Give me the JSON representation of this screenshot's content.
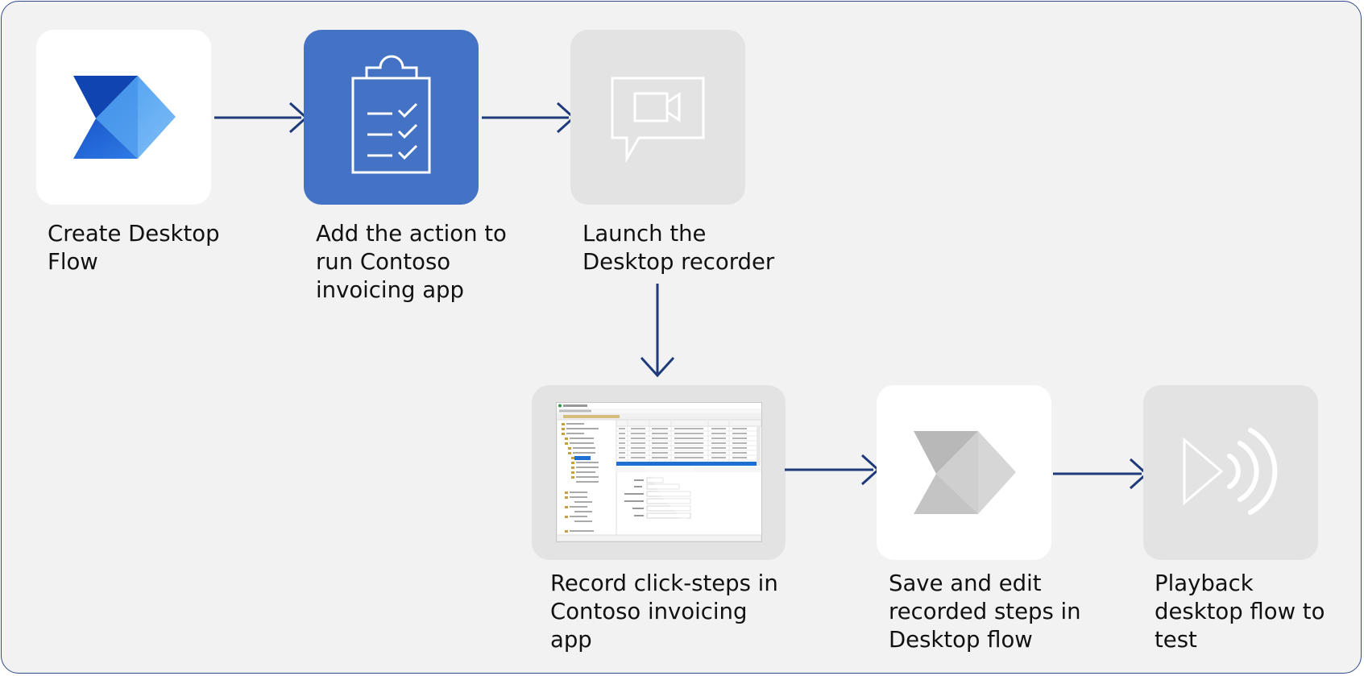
{
  "steps": [
    {
      "id": "create",
      "label": "Create Desktop Flow",
      "icon": "power-automate-logo-icon"
    },
    {
      "id": "add-action",
      "label": "Add the action to run Contoso invoicing app",
      "icon": "clipboard-checklist-icon"
    },
    {
      "id": "launch-recorder",
      "label": "Launch the Desktop recorder",
      "icon": "video-chat-bubble-icon"
    },
    {
      "id": "record",
      "label": "Record click-steps in Contoso invoicing app",
      "icon": "contoso-app-screenshot"
    },
    {
      "id": "save-edit",
      "label": "Save and edit recorded steps in Desktop flow",
      "icon": "power-automate-gray-logo-icon"
    },
    {
      "id": "playback",
      "label": "Playback desktop flow to test",
      "icon": "playback-sound-icon"
    }
  ],
  "colors": {
    "arrow": "#1f3a7a",
    "accent_tile": "#4472c4",
    "light_tile": "#e3e3e3",
    "white_tile": "#ffffff",
    "background": "#f2f2f2",
    "border": "#2f4a8a"
  }
}
